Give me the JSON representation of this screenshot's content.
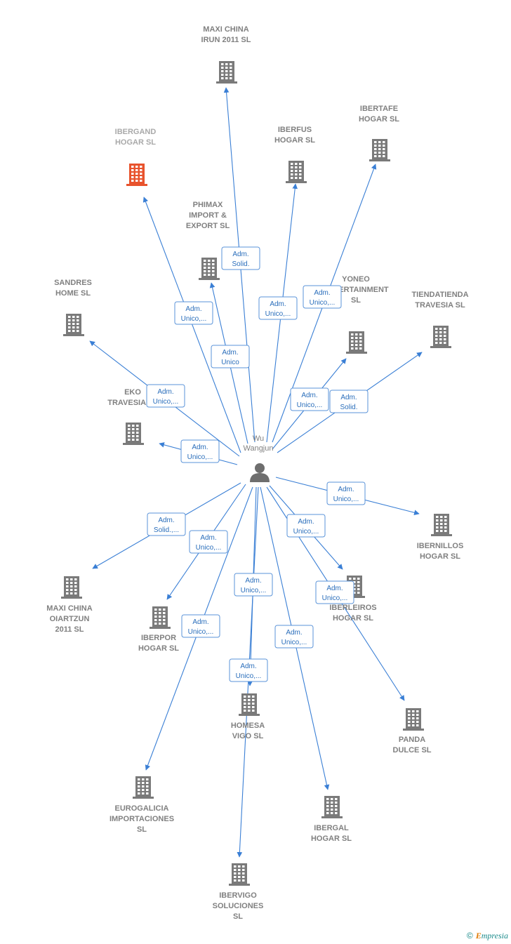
{
  "colors": {
    "edge": "#3a7fd5",
    "building": "#7a7a7a",
    "building_highlight": "#e8532d",
    "person": "#6e6e6e",
    "label_border": "#5a93d8"
  },
  "person": {
    "label_lines": [
      "Wu",
      "Wangjun"
    ],
    "icon": "person-icon"
  },
  "companies": [
    {
      "id": "maxi-china-irun",
      "label_lines": [
        "MAXI CHINA",
        "IRUN 2011  SL"
      ]
    },
    {
      "id": "ibergand-hogar",
      "label_lines": [
        "IBERGAND",
        "HOGAR  SL"
      ],
      "highlight": true
    },
    {
      "id": "iberfus-hogar",
      "label_lines": [
        "IBERFUS",
        "HOGAR  SL"
      ]
    },
    {
      "id": "ibertafe-hogar",
      "label_lines": [
        "IBERTAFE",
        "HOGAR  SL"
      ]
    },
    {
      "id": "phimax",
      "label_lines": [
        "PHIMAX",
        "IMPORT &",
        "EXPORT SL"
      ]
    },
    {
      "id": "sandres-home",
      "label_lines": [
        "SANDRES",
        "HOME  SL"
      ]
    },
    {
      "id": "yoneo",
      "label_lines": [
        "YONEO",
        "ENTERTAINMENT",
        "SL"
      ]
    },
    {
      "id": "tiendatienda",
      "label_lines": [
        "TIENDATIENDA",
        "TRAVESIA  SL"
      ]
    },
    {
      "id": "eko-travesia",
      "label_lines": [
        "EKO",
        "TRAVESIA  SL"
      ]
    },
    {
      "id": "ibernillos",
      "label_lines": [
        "IBERNILLOS",
        "HOGAR  SL"
      ]
    },
    {
      "id": "maxi-china-oiartzun",
      "label_lines": [
        "MAXI CHINA",
        "OIARTZUN",
        "2011  SL"
      ]
    },
    {
      "id": "iberleiros",
      "label_lines": [
        "IBERLEIROS",
        "HOGAR  SL"
      ]
    },
    {
      "id": "iberpor",
      "label_lines": [
        "IBERPOR",
        "HOGAR  SL"
      ]
    },
    {
      "id": "panda-dulce",
      "label_lines": [
        "PANDA",
        "DULCE  SL"
      ]
    },
    {
      "id": "homesa-vigo",
      "label_lines": [
        "HOMESA",
        "VIGO  SL"
      ]
    },
    {
      "id": "eurogalicia",
      "label_lines": [
        "EUROGALICIA",
        "IMPORTACIONES",
        "SL"
      ]
    },
    {
      "id": "ibergal",
      "label_lines": [
        "IBERGAL",
        "HOGAR  SL"
      ]
    },
    {
      "id": "ibervigo",
      "label_lines": [
        "IBERVIGO",
        "SOLUCIONES",
        "SL"
      ]
    }
  ],
  "relations": [
    {
      "target": "maxi-china-irun",
      "label_lines": [
        "Adm.",
        "Solid."
      ]
    },
    {
      "target": "ibergand-hogar",
      "label_lines": [
        "Adm.",
        "Unico,..."
      ]
    },
    {
      "target": "iberfus-hogar",
      "label_lines": [
        "Adm.",
        "Unico,..."
      ]
    },
    {
      "target": "ibertafe-hogar",
      "label_lines": [
        "Adm.",
        "Unico,..."
      ]
    },
    {
      "target": "phimax",
      "label_lines": [
        "Adm.",
        "Unico"
      ]
    },
    {
      "target": "sandres-home",
      "label_lines": [
        "Adm.",
        "Unico,..."
      ]
    },
    {
      "target": "yoneo",
      "label_lines": [
        "Adm.",
        "Unico,..."
      ]
    },
    {
      "target": "tiendatienda",
      "label_lines": [
        "Adm.",
        "Solid."
      ]
    },
    {
      "target": "eko-travesia",
      "label_lines": [
        "Adm.",
        "Unico,..."
      ]
    },
    {
      "target": "ibernillos",
      "label_lines": [
        "Adm.",
        "Unico,..."
      ]
    },
    {
      "target": "maxi-china-oiartzun",
      "label_lines": [
        "Adm.",
        "Solid.,..."
      ]
    },
    {
      "target": "iberleiros",
      "label_lines": [
        "Adm.",
        "Unico,..."
      ]
    },
    {
      "target": "iberpor",
      "label_lines": [
        "Adm.",
        "Unico,..."
      ]
    },
    {
      "target": "panda-dulce",
      "label_lines": [
        "Adm.",
        "Unico,..."
      ]
    },
    {
      "target": "homesa-vigo",
      "label_lines": [
        "Adm.",
        "Unico,..."
      ]
    },
    {
      "target": "eurogalicia",
      "label_lines": [
        "Adm.",
        "Unico,..."
      ]
    },
    {
      "target": "ibergal",
      "label_lines": [
        "Adm.",
        "Unico,..."
      ]
    },
    {
      "target": "ibervigo",
      "label_lines": [
        "Adm.",
        "Unico,..."
      ]
    }
  ],
  "watermark": {
    "copyright": "©",
    "brand_initial": "E",
    "brand_rest": "mpresia"
  }
}
